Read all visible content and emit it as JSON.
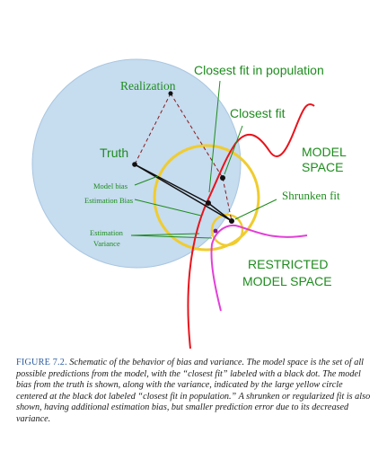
{
  "colors": {
    "blue_circle_fill": "#c6dcef",
    "blue_circle_stroke": "#a9c6e0",
    "yellow": "#f0cc2e",
    "red": "#e8141c",
    "magenta": "#e23fd8",
    "green_text": "#1e8c1e",
    "caption_head": "#2b5c9e"
  },
  "labels": {
    "realization": "Realization",
    "closest_fit_population": "Closest fit in population",
    "closest_fit": "Closest fit",
    "truth": "Truth",
    "model_space_line1": "MODEL",
    "model_space_line2": "SPACE",
    "model_bias": "Model bias",
    "estimation_bias": "Estimation Bias",
    "shrunken_fit": "Shrunken fit",
    "estimation": "Estimation",
    "variance": "Variance",
    "restricted_line1": "RESTRICTED",
    "restricted_line2": "MODEL SPACE"
  },
  "caption": {
    "head": "FIGURE 7.2.",
    "body": "Schematic of the behavior of bias and variance. The model space is the set of all possible predictions from the model, with the “closest fit” labeled with a black dot. The model bias from the truth is shown, along with the variance, indicated by the large yellow circle centered at the black dot labeled “closest fit in population.” A shrunken or regularized fit is also shown, having additional estimation bias, but smaller prediction error due to its decreased variance."
  }
}
